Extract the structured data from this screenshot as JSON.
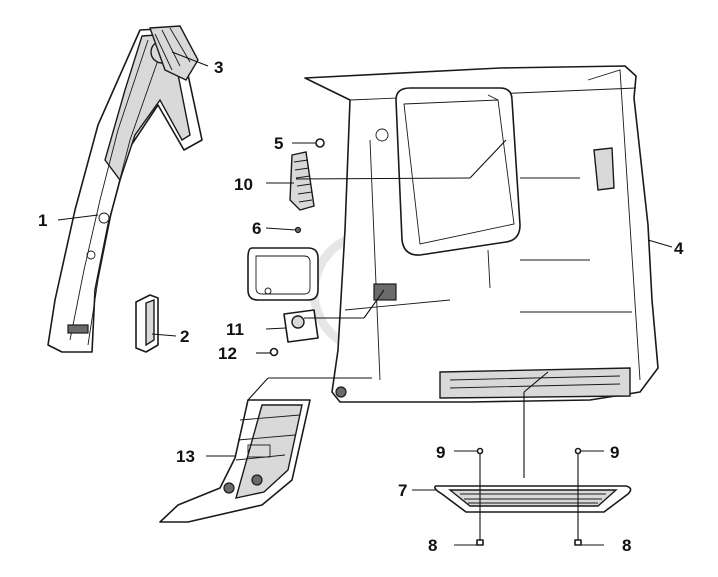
{
  "callouts": {
    "c1": "1",
    "c2": "2",
    "c3": "3",
    "c4": "4",
    "c5": "5",
    "c6": "6",
    "c7": "7",
    "c8a": "8",
    "c8b": "8",
    "c9a": "9",
    "c9b": "9",
    "c10": "10",
    "c11": "11",
    "c12": "12",
    "c13": "13"
  },
  "colors": {
    "line": "#1a1a1a",
    "shade": "#d9d9d9",
    "dark": "#6b6b6b",
    "watermark": "#e6e6e6"
  }
}
